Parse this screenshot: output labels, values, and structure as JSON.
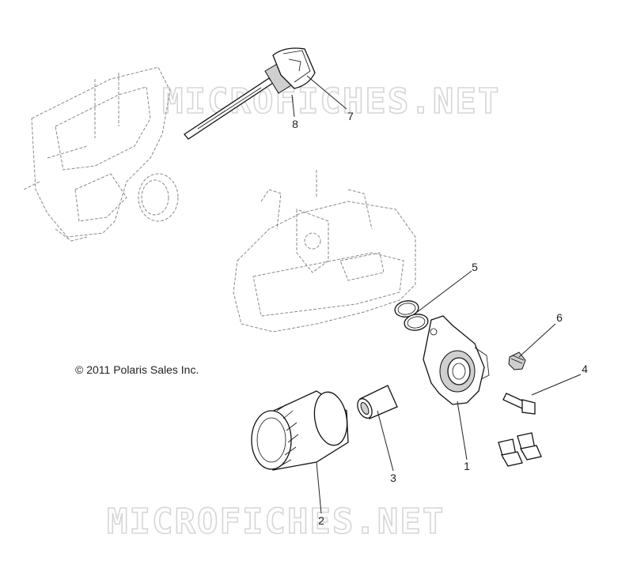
{
  "watermarks": [
    "MICROFICHES.NET",
    "MICROFICHES.NET"
  ],
  "copyright": "© 2011 Polaris Sales Inc.",
  "callouts": [
    {
      "label": "1",
      "part": "oil-filter-adapter"
    },
    {
      "label": "2",
      "part": "oil-filter"
    },
    {
      "label": "3",
      "part": "sleeve"
    },
    {
      "label": "4",
      "part": "bolt"
    },
    {
      "label": "5",
      "part": "o-rings"
    },
    {
      "label": "6",
      "part": "plug"
    },
    {
      "label": "7",
      "part": "dipstick-cap"
    },
    {
      "label": "8",
      "part": "dipstick"
    }
  ]
}
